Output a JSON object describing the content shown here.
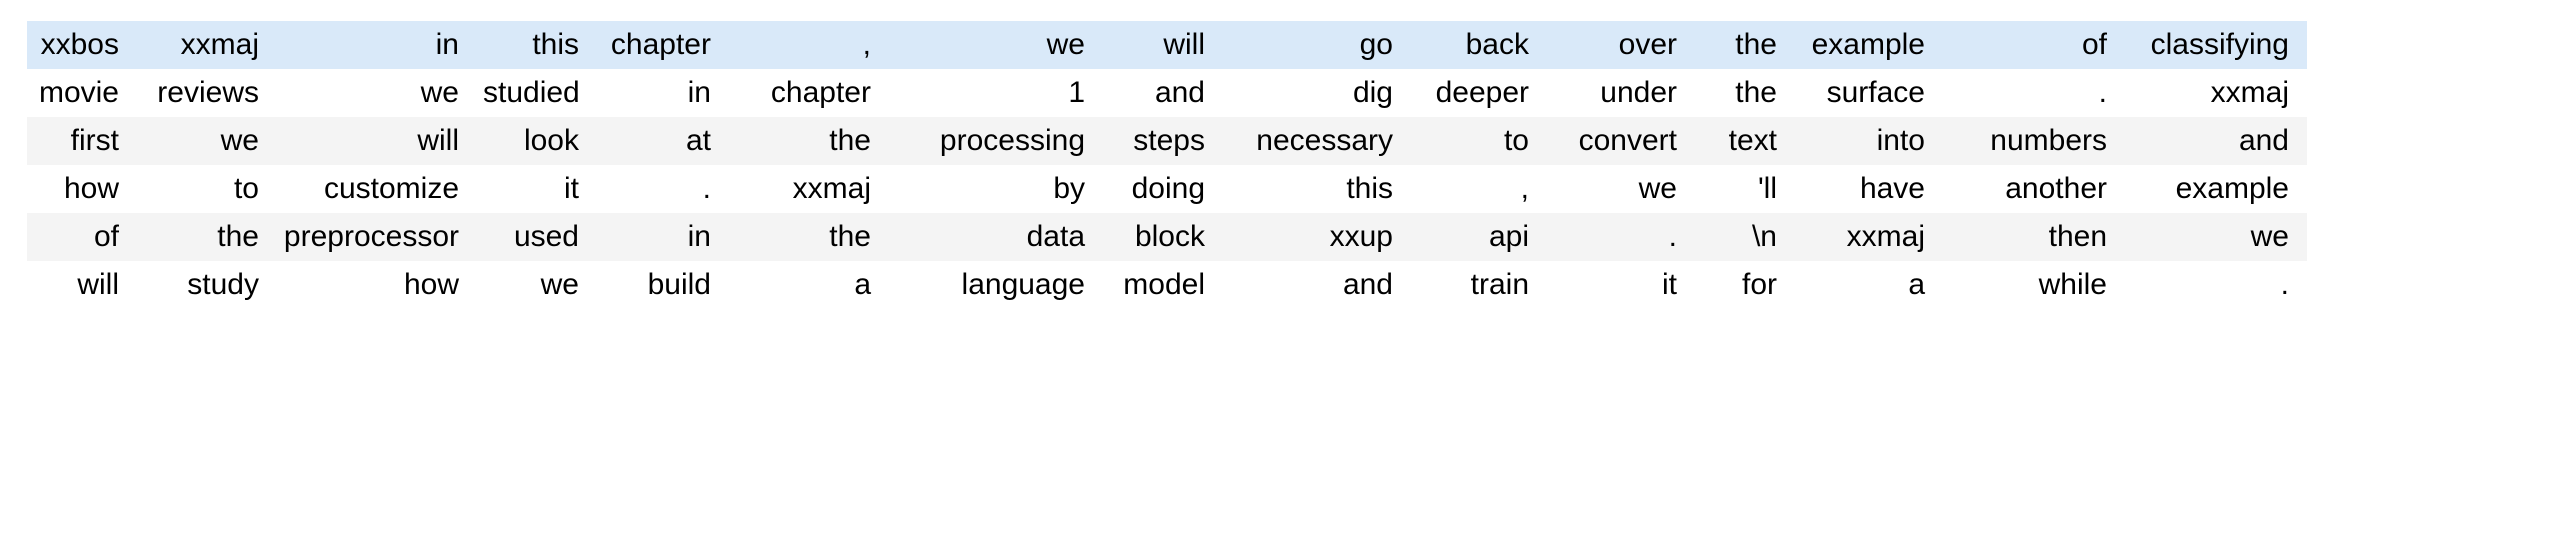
{
  "view": {
    "type": "dataframe-token-table",
    "row_count": 6,
    "column_count": 16,
    "text_align": "right",
    "colors": {
      "page_background": "#ffffff",
      "highlight_row_background": "#d9e9f9",
      "alternate_row_background": "#f4f4f4",
      "plain_row_background": "#ffffff",
      "text": "#000000"
    }
  },
  "table": {
    "rows": [
      {
        "index": 0,
        "style": "highlight",
        "cells": [
          "xxbos",
          "xxmaj",
          "in",
          "this",
          "chapter",
          ",",
          "we",
          "will",
          "go",
          "back",
          "over",
          "the",
          "example",
          "of",
          "classifying"
        ]
      },
      {
        "index": 1,
        "style": "plain",
        "cells": [
          "movie",
          "reviews",
          "we",
          "studied",
          "in",
          "chapter",
          "1",
          "and",
          "dig",
          "deeper",
          "under",
          "the",
          "surface",
          ".",
          "xxmaj"
        ]
      },
      {
        "index": 2,
        "style": "alt",
        "cells": [
          "first",
          "we",
          "will",
          "look",
          "at",
          "the",
          "processing",
          "steps",
          "necessary",
          "to",
          "convert",
          "text",
          "into",
          "numbers",
          "and"
        ]
      },
      {
        "index": 3,
        "style": "plain",
        "cells": [
          "how",
          "to",
          "customize",
          "it",
          ".",
          "xxmaj",
          "by",
          "doing",
          "this",
          ",",
          "we",
          "'ll",
          "have",
          "another",
          "example"
        ]
      },
      {
        "index": 4,
        "style": "alt",
        "cells": [
          "of",
          "the",
          "preprocessor",
          "used",
          "in",
          "the",
          "data",
          "block",
          "xxup",
          "api",
          ".",
          "\\n",
          "xxmaj",
          "then",
          "we"
        ]
      },
      {
        "index": 5,
        "style": "plain",
        "cells": [
          "will",
          "study",
          "how",
          "we",
          "build",
          "a",
          "language",
          "model",
          "and",
          "train",
          "it",
          "for",
          "a",
          "while",
          "."
        ]
      }
    ]
  }
}
